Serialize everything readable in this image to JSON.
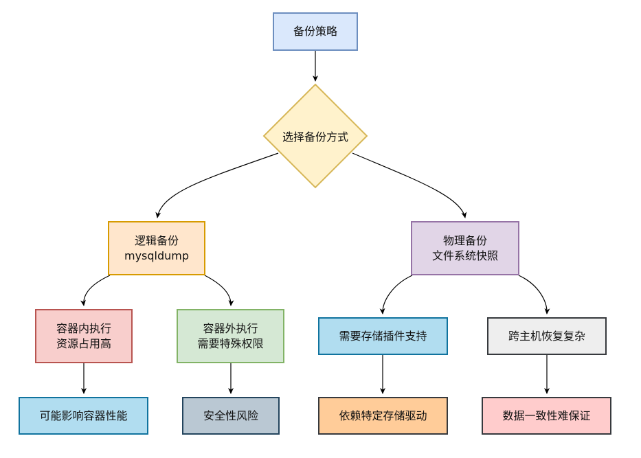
{
  "diagram": {
    "nodes": {
      "root": {
        "lines": [
          "备份策略"
        ],
        "fill": "#dae8fc",
        "stroke": "#6c8ebf"
      },
      "decision": {
        "lines": [
          "选择备份方式"
        ],
        "fill": "#fff2cc",
        "stroke": "#d6b656"
      },
      "logical": {
        "lines": [
          "逻辑备份",
          "mysqldump"
        ],
        "fill": "#ffe6cc",
        "stroke": "#d79b00"
      },
      "physical": {
        "lines": [
          "物理备份",
          "文件系统快照"
        ],
        "fill": "#e1d5e7",
        "stroke": "#9673a6"
      },
      "inside": {
        "lines": [
          "容器内执行",
          "资源占用高"
        ],
        "fill": "#f8cecc",
        "stroke": "#b85450"
      },
      "outside": {
        "lines": [
          "容器外执行",
          "需要特殊权限"
        ],
        "fill": "#d5e8d4",
        "stroke": "#82b366"
      },
      "plugin": {
        "lines": [
          "需要存储插件支持"
        ],
        "fill": "#b1ddf0",
        "stroke": "#10739e"
      },
      "crosshost": {
        "lines": [
          "跨主机恢复复杂"
        ],
        "fill": "#eeeeee",
        "stroke": "#36393d"
      },
      "perf": {
        "lines": [
          "可能影响容器性能"
        ],
        "fill": "#b1ddf0",
        "stroke": "#10739e"
      },
      "security": {
        "lines": [
          "安全性风险"
        ],
        "fill": "#bac8d3",
        "stroke": "#23445d"
      },
      "driver": {
        "lines": [
          "依赖特定存储驱动"
        ],
        "fill": "#ffcc99",
        "stroke": "#36393d"
      },
      "consistency": {
        "lines": [
          "数据一致性难保证"
        ],
        "fill": "#ffcccc",
        "stroke": "#36393d"
      }
    },
    "edge_color": "#000000"
  }
}
